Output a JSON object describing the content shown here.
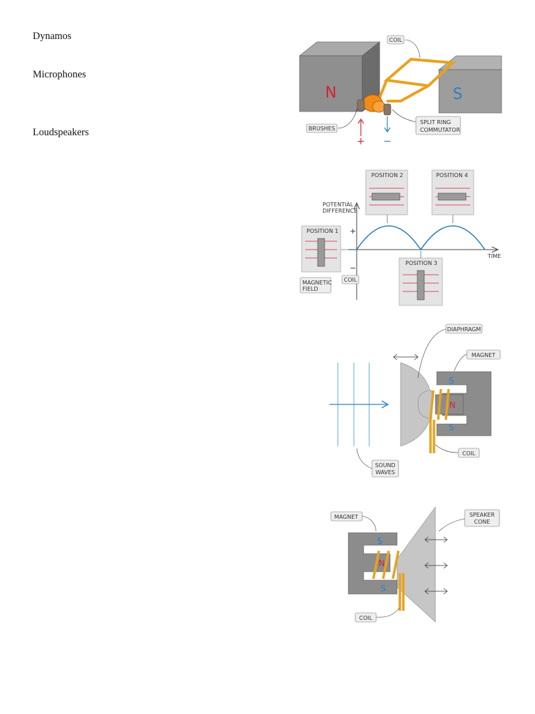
{
  "headings": [
    "Dynamos",
    "Microphones",
    "Loudspeakers"
  ],
  "dynamo": {
    "pole_n": "N",
    "pole_s": "S",
    "coil": "COIL",
    "brushes": "BRUSHES",
    "commutator_1": "SPLIT   RING",
    "commutator_2": "COMMUTATOR",
    "plus": "+",
    "minus": "−"
  },
  "graph": {
    "ylabel_1": "POTENTIAL",
    "ylabel_2": "DIFFERENCE",
    "plus": "+",
    "minus": "−",
    "xlabel": "TIME",
    "pos1": "POSITION  1",
    "pos2": "POSITION  2",
    "pos3": "POSITION  3",
    "pos4": "POSITION  4",
    "coil": "COIL",
    "field_1": "MAGNETIC",
    "field_2": "FIELD"
  },
  "microphone": {
    "diaphragm": "DIAPHRAGM",
    "magnet": "MAGNET",
    "coil": "COIL",
    "waves_1": "SOUND",
    "waves_2": "WAVES",
    "pole_s": "S",
    "pole_n": "N"
  },
  "loudspeaker": {
    "magnet": "MAGNET",
    "cone_1": "SPEAKER",
    "cone_2": "CONE",
    "coil": "COIL",
    "pole_s": "S",
    "pole_n": "N"
  },
  "colors": {
    "coil": "#e8a21e",
    "north": "#d3213a",
    "south": "#2d7fc1",
    "magnet": "#8c8c8c",
    "curve": "#2d7fc1"
  }
}
